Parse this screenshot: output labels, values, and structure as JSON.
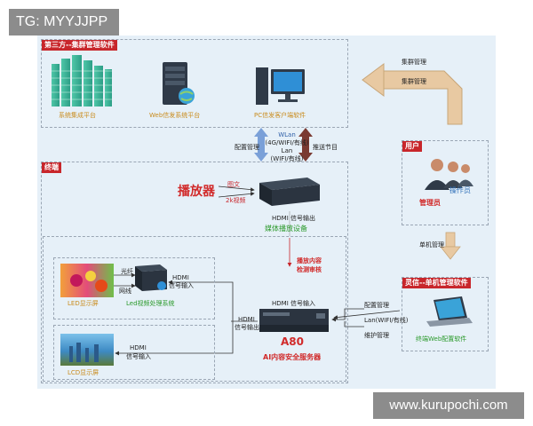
{
  "watermark_tl": "TG: MYYJJPP",
  "watermark_br": "www.kurupochi.com",
  "panels": {
    "third_party": "第三方--集群管理软件",
    "terminal": "终端",
    "user": "用户",
    "single_mgmt": "灵信--单机管理软件"
  },
  "third_party_items": [
    "系统集成平台",
    "Web信发系统平台",
    "PC信发客户端软件"
  ],
  "labels": {
    "cluster_mgmt_1": "集群管理",
    "cluster_mgmt_2": "集群管理",
    "config_mgmt_top": "配置管理",
    "wlan": "WLan",
    "wlan_sub": "(4G/WIFI/有线)",
    "lan": "Lan",
    "lan_sub": "(WIFI/有线)",
    "push_program": "推送节目",
    "operator": "操作员",
    "admin": "管理员",
    "single_mgmt": "单机管理",
    "player": "播放器",
    "graphic": "图文",
    "video_2k": "2k视频",
    "hdmi_out_top": "HDMI 信号输出",
    "media_device": "媒体播放设备",
    "play_review_1": "播放内容",
    "play_review_2": "检测审核",
    "fiber": "光纤",
    "network_cable": "网线",
    "hdmi_in_a": "HDMI",
    "hdmi_in_a2": "信号输入",
    "led_screen": "LED显示屏",
    "led_processor": "Led视频处理系统",
    "hdmi_out_a": "HDMI",
    "hdmi_out_a2": "信号输出",
    "hdmi_in_b": "HDMI 信号输入",
    "a80": "A80",
    "ai_server": "AI内容安全服务器",
    "hdmi_in_c": "HDMI",
    "hdmi_in_c2": "信号输入",
    "lcd_screen": "LCD显示屏",
    "config_mgmt_bottom": "配置管理",
    "lan_bottom": "Lan(WIFI/有线)",
    "maint_mgmt": "维护管理",
    "web_config": "终端Web配置软件"
  },
  "colors": {
    "accent_red": "#c8262b",
    "gold_text": "#c98b1c",
    "green_text": "#2b9a2b",
    "stage_bg": "#e6f0f8",
    "arrow_blue": "#7aa0d8",
    "arrow_brown": "#7a3a32",
    "arrow_tan": "#e8c9a2"
  }
}
